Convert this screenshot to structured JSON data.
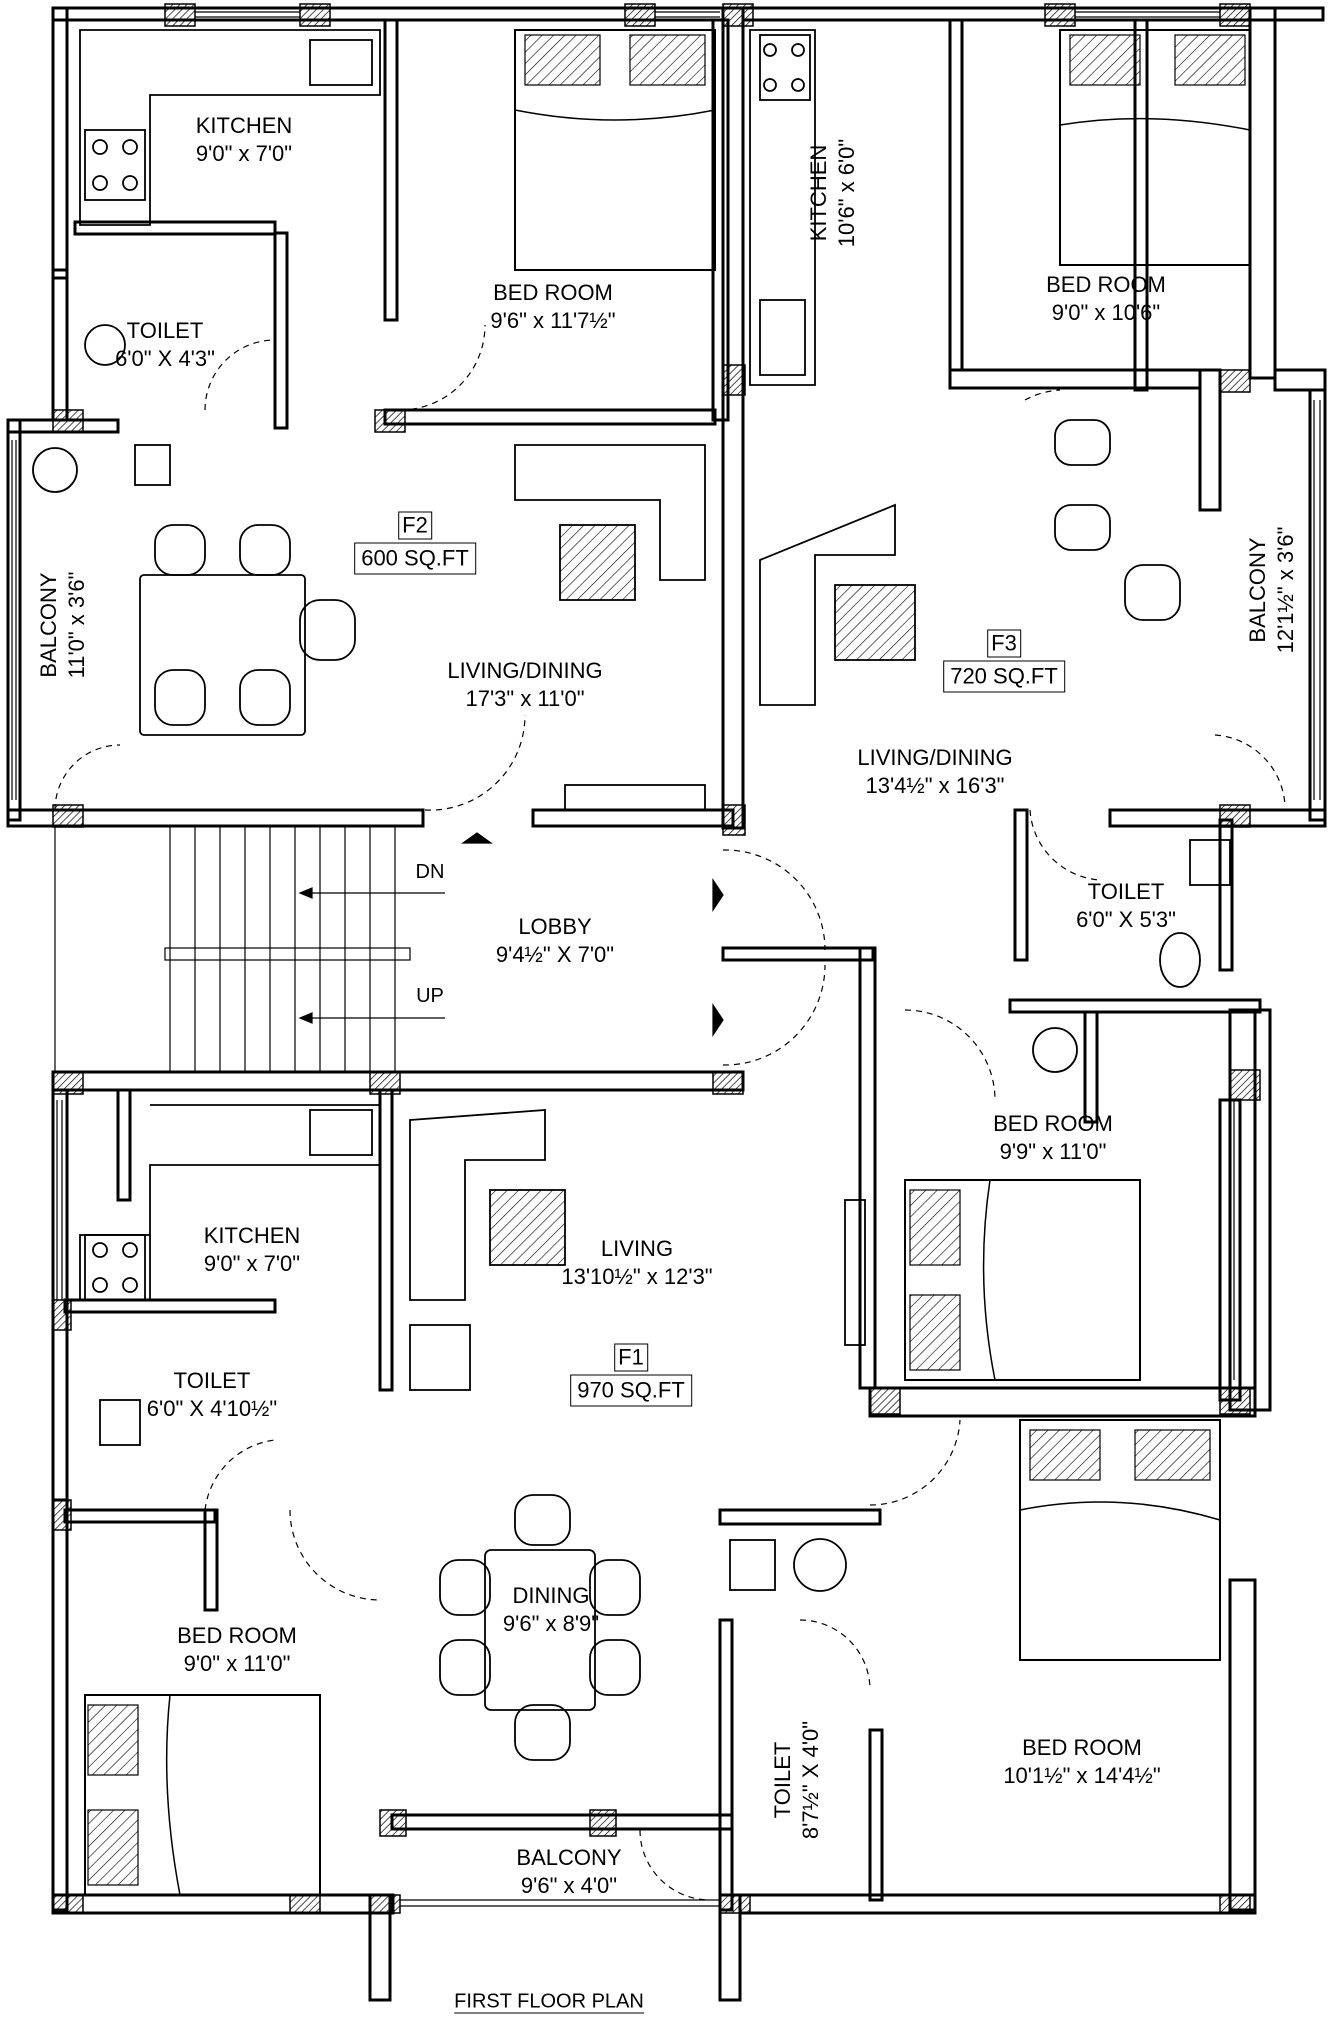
{
  "plan_title": "FIRST FLOOR PLAN",
  "flats": {
    "f1": {
      "name": "F1",
      "area": "970 SQ.FT"
    },
    "f2": {
      "name": "F2",
      "area": "600 SQ.FT"
    },
    "f3": {
      "name": "F3",
      "area": "720 SQ.FT"
    }
  },
  "rooms": {
    "f2_kitchen": {
      "name": "KITCHEN",
      "size": "9'0\" x 7'0\""
    },
    "f2_bedroom": {
      "name": "BED ROOM",
      "size": "9'6\" x 11'7½\""
    },
    "f2_toilet": {
      "name": "TOILET",
      "size": "6'0\" X 4'3\""
    },
    "f2_balcony": {
      "name": "BALCONY",
      "size": "11'0\" x 3'6\""
    },
    "f2_living": {
      "name": "LIVING/DINING",
      "size": "17'3\" x 11'0\""
    },
    "f3_kitchen": {
      "name": "KITCHEN",
      "size": "10'6\" x 6'0\""
    },
    "f3_bedroom": {
      "name": "BED ROOM",
      "size": "9'0\" x 10'6\""
    },
    "f3_balcony": {
      "name": "BALCONY",
      "size": "12'1½\" x 3'6\""
    },
    "f3_living": {
      "name": "LIVING/DINING",
      "size": "13'4½\" x 16'3\""
    },
    "f3_toilet": {
      "name": "TOILET",
      "size": "6'0\" X 5'3\""
    },
    "lobby": {
      "name": "LOBBY",
      "size": "9'4½\" X 7'0\""
    },
    "f3_bedroom2": {
      "name": "BED ROOM",
      "size": "9'9\" x 11'0\""
    },
    "f1_kitchen": {
      "name": "KITCHEN",
      "size": "9'0\" x 7'0\""
    },
    "f1_living": {
      "name": "LIVING",
      "size": "13'10½\" x 12'3\""
    },
    "f1_toilet": {
      "name": "TOILET",
      "size": "6'0\" X 4'10½\""
    },
    "f1_bedroom": {
      "name": "BED ROOM",
      "size": "9'0\" x 11'0\""
    },
    "f1_dining": {
      "name": "DINING",
      "size": "9'6\" x 8'9\""
    },
    "f1_bedroom2": {
      "name": "BED ROOM",
      "size": "10'1½\" x 14'4½\""
    },
    "f1_toilet2": {
      "name": "TOILET",
      "size": "8'7½\" X 4'0\""
    },
    "f1_balcony": {
      "name": "BALCONY",
      "size": "9'6\" x 4'0\""
    }
  },
  "stair": {
    "down": "DN",
    "up": "UP"
  }
}
